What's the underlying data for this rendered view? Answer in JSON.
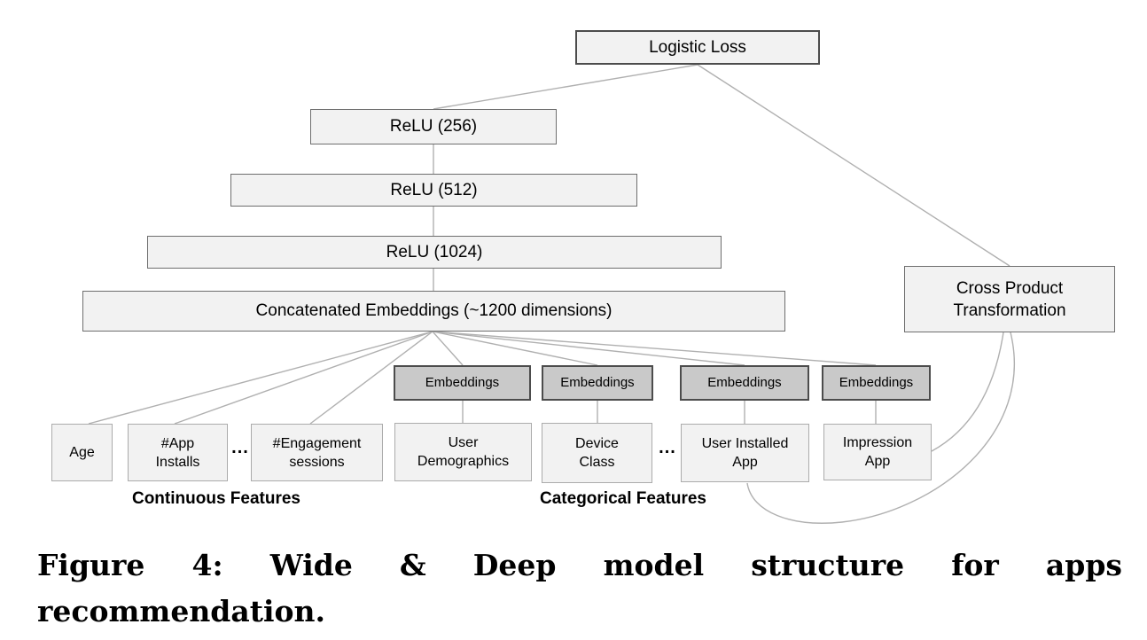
{
  "figure": {
    "nodes": {
      "logistic_loss": "Logistic Loss",
      "relu_256": "ReLU (256)",
      "relu_512": "ReLU (512)",
      "relu_1024": "ReLU (1024)",
      "concatenated_embeddings": "Concatenated Embeddings (~1200 dimensions)",
      "cross_product_transformation": "Cross Product Transformation",
      "embeddings": "Embeddings",
      "age": "Age",
      "app_installs": "#App Installs",
      "engagement_sessions": "#Engagement sessions",
      "user_demographics": "User Demographics",
      "device_class": "Device Class",
      "user_installed_app": "User Installed App",
      "impression_app": "Impression App"
    },
    "ellipsis": "...",
    "group_labels": {
      "continuous": "Continuous Features",
      "categorical": "Categorical Features"
    },
    "colors": {
      "box_fill_light": "#f2f2f2",
      "box_fill_embeddings": "#c9c9c9",
      "box_border_dark": "#4c4c4c",
      "box_border_medium": "#6e6e6e",
      "box_border_light": "#ababab",
      "connector": "#b0b0b0"
    }
  },
  "caption": {
    "line1": "Figure 4: Wide & Deep model structure for apps",
    "line2": "recommendation."
  }
}
